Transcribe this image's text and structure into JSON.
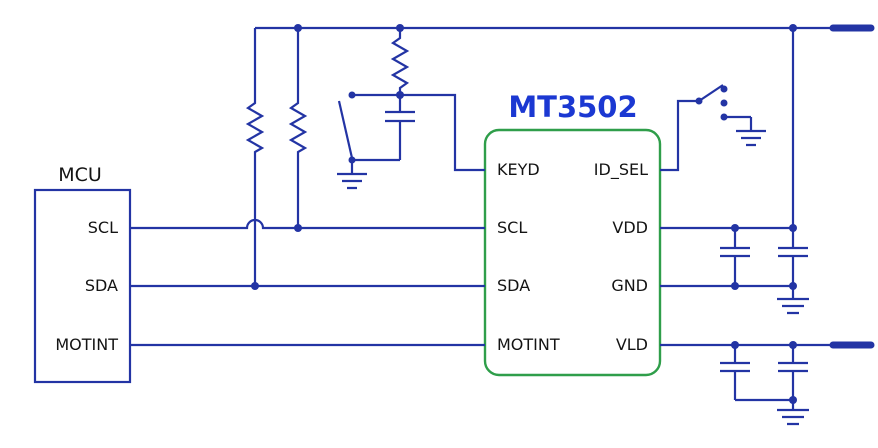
{
  "colors": {
    "wire": "#2334a4",
    "chip": "#2f9e4a",
    "title": "#1b38d2",
    "text": "#141414",
    "bg": "#ffffff"
  },
  "mcu": {
    "title": "MCU",
    "pins": [
      "SCL",
      "SDA",
      "MOTINT"
    ]
  },
  "chip": {
    "title": "MT3502",
    "left_pins": [
      "KEYD",
      "SCL",
      "SDA",
      "MOTINT"
    ],
    "right_pins": [
      "ID_SEL",
      "VDD",
      "GND",
      "VLD"
    ]
  },
  "components": {
    "pullup_resistors": 2,
    "keyd_network": "resistor + capacitor + switch to ground",
    "id_sel_switch": "selector switch with 3 throw contacts to ground",
    "vdd_capacitors": 2,
    "vld_capacitors": 2,
    "supply_bars": 2,
    "ground_symbols": 4
  }
}
